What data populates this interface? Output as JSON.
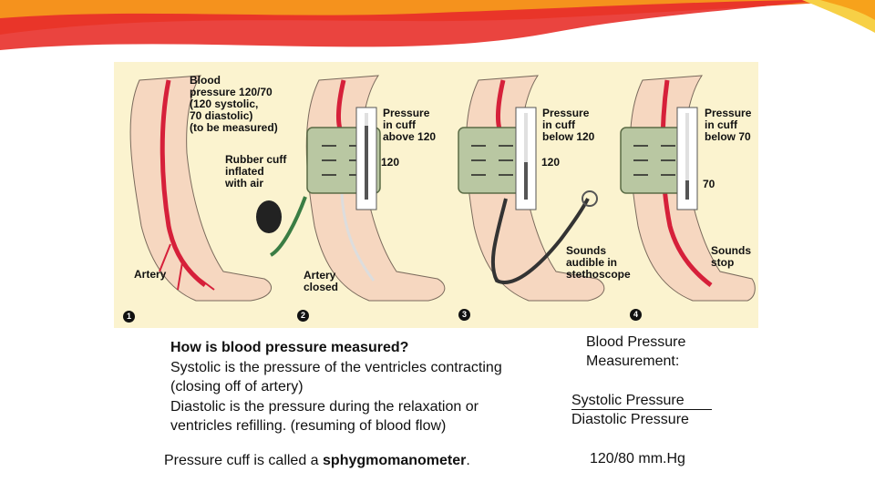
{
  "figure": {
    "steps": [
      {
        "number": "1",
        "labels": {
          "top": "Blood\npressure 120/70\n(120 systolic,\n70 diastolic)\n(to be measured)",
          "bottom": "Artery"
        }
      },
      {
        "number": "2",
        "labels": {
          "top": "Pressure\nin cuff\nabove 120",
          "cuff": "Rubber cuff\ninflated\nwith air",
          "gauge": "120",
          "bottom": "Artery\nclosed"
        }
      },
      {
        "number": "3",
        "labels": {
          "top": "Pressure\nin cuff\nbelow 120",
          "gauge": "120",
          "bottom": "Sounds\naudible in\nstethoscope"
        }
      },
      {
        "number": "4",
        "labels": {
          "top": "Pressure\nin cuff\nbelow 70",
          "gauge": "70",
          "bottom": "Sounds\nstop"
        }
      }
    ]
  },
  "left_text": {
    "question": "How is blood pressure measured?",
    "systolic": "Systolic is the pressure of the ventricles contracting (closing off of artery)",
    "diastolic": "Diastolic is the pressure during the relaxation or ventricles refilling. (resuming of blood flow)",
    "cuff_prefix": "Pressure cuff is called a ",
    "cuff_term": "sphygmomanometer",
    "cuff_suffix": "."
  },
  "right_text": {
    "title": "Blood Pressure Measurement:",
    "systolic": "Systolic Pressure",
    "diastolic": "Diastolic Pressure",
    "reading": "120/80 mm.Hg"
  },
  "colors": {
    "accent_red": "#e8302a",
    "accent_orange": "#f7a21b",
    "figure_bg": "#fbf3cf",
    "artery": "#d6203a",
    "cuff": "#b9c7a2"
  }
}
